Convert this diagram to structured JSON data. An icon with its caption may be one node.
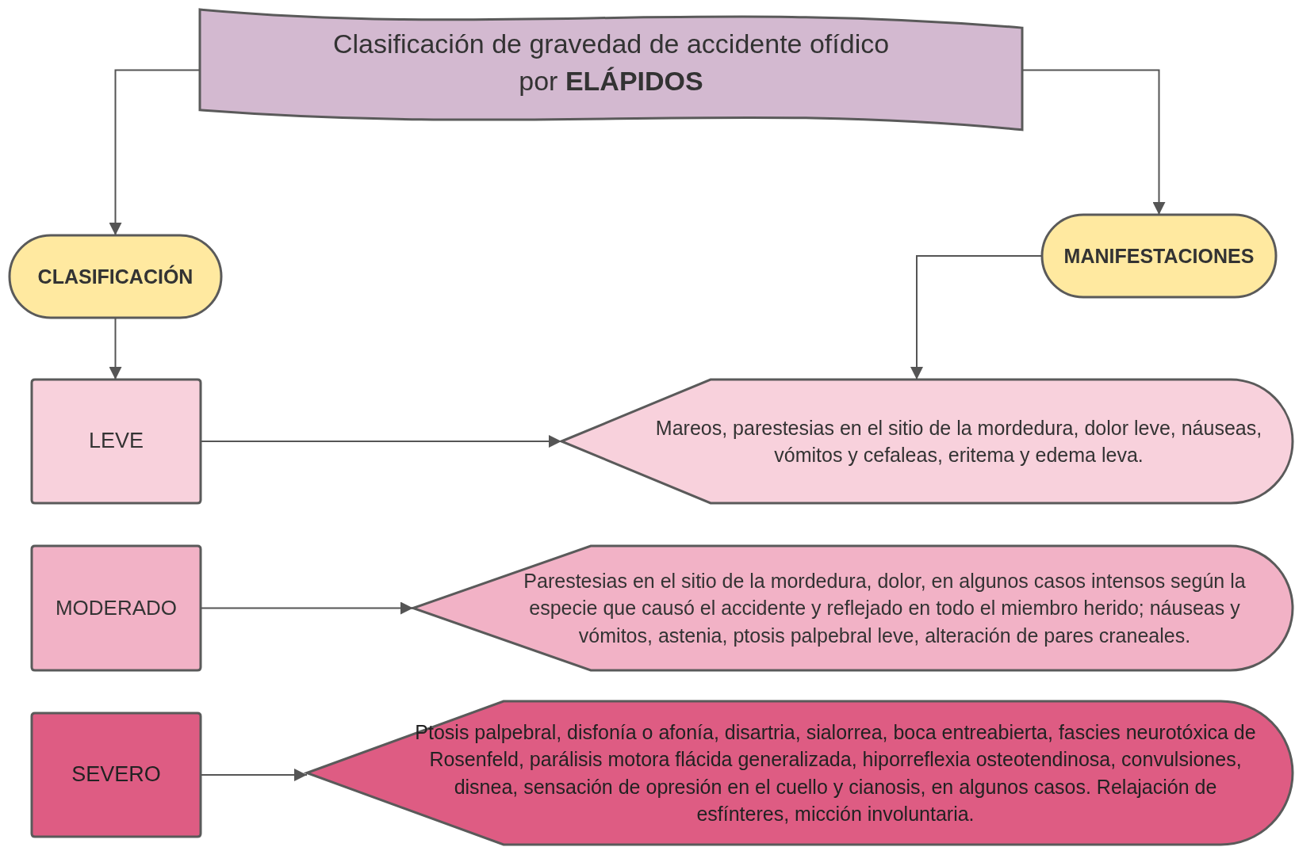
{
  "diagram": {
    "nodes": [
      {
        "text": [
          "Clasificación de gravedad de accidente ofídico por **ELÁPIDOS**"
        ]
      },
      {
        "text": [
          "CLASIFICACIÓN"
        ]
      },
      {
        "text": [
          "MANIFESTACIONES"
        ]
      },
      {
        "text": [
          "LEVE"
        ]
      },
      {
        "text": [
          "MODERADO"
        ]
      },
      {
        "text": [
          "SEVERO"
        ]
      },
      {
        "text": [
          "Mareos, parestesias en el sitio de la mordedura, dolor leve, náuseas, vómitos y cefaleas, eritema y edema leva."
        ]
      },
      {
        "text": [
          "Parestesias en el sitio de la mordedura, dolor, en algunos casos intensos según la especie que causó el accidente y reflejado en todo el miembro herido; náuseas y vómitos, astenia, ptosis palpebral leve, alteración de pares craneales."
        ]
      },
      {
        "text": [
          "Ptosis palpebral, disfonía o afonía, disartria, sialorrea, boca entreabierta, fascies neurotóxica de Rosenfeld, parálisis motora flácida generalizada, hiporreflexia osteotendinosa, convulsiones, disnea, sensación de opresión en el cuello y cianosis, en algunos casos. Relajación de esfínteres, micción involuntaria."
        ]
      }
    ],
    "edges": [
      {
        "from": 0,
        "to": 1,
        "arrow": "to"
      },
      {
        "from": 0,
        "to": 2,
        "arrow": "to"
      },
      {
        "from": 1,
        "to": 3,
        "arrow": "to"
      },
      {
        "from": 2,
        "to": 6,
        "arrow": "to"
      },
      {
        "from": 3,
        "to": 6,
        "arrow": "to"
      },
      {
        "from": 4,
        "to": 7,
        "arrow": "to"
      },
      {
        "from": 5,
        "to": 8,
        "arrow": "to"
      }
    ]
  }
}
